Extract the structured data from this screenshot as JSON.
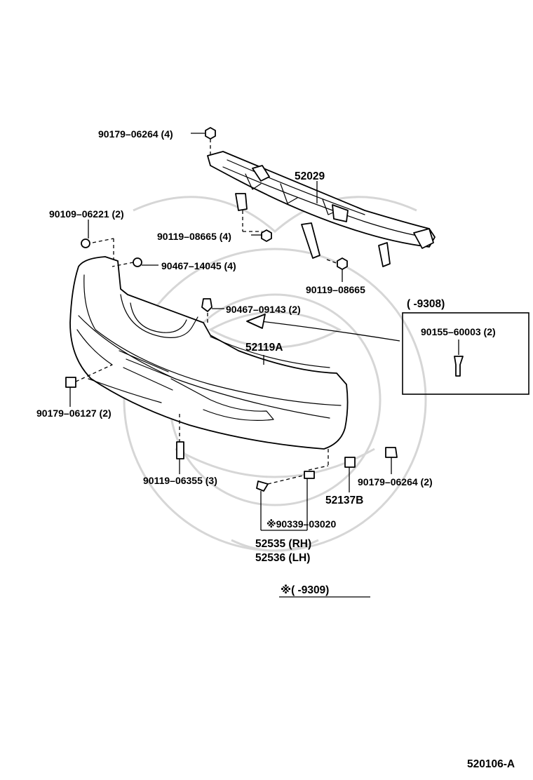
{
  "diagram_code": "520106-A",
  "inset_period": "( -9308)",
  "footnote_period": "※( -9309)",
  "parts": {
    "p_90179_06264_4": "90179–06264 (4)",
    "p_52029": "52029",
    "p_90109_06221_2": "90109–06221 (2)",
    "p_90119_08665_4": "90119–08665 (4)",
    "p_90467_14045_4": "90467–14045 (4)",
    "p_90119_08665": "90119–08665",
    "p_90467_09143_2": "90467–09143 (2)",
    "p_90155_60003_2": "90155–60003 (2)",
    "p_52119A": "52119A",
    "p_90179_06127_2": "90179–06127 (2)",
    "p_90119_06355_3": "90119–06355 (3)",
    "p_90179_06264_2": "90179–06264 (2)",
    "p_52137B": "52137B",
    "p_90339_03020": "※90339–03020",
    "p_52535_RH": "52535 (RH)",
    "p_52536_LH": "52536 (LH)"
  }
}
